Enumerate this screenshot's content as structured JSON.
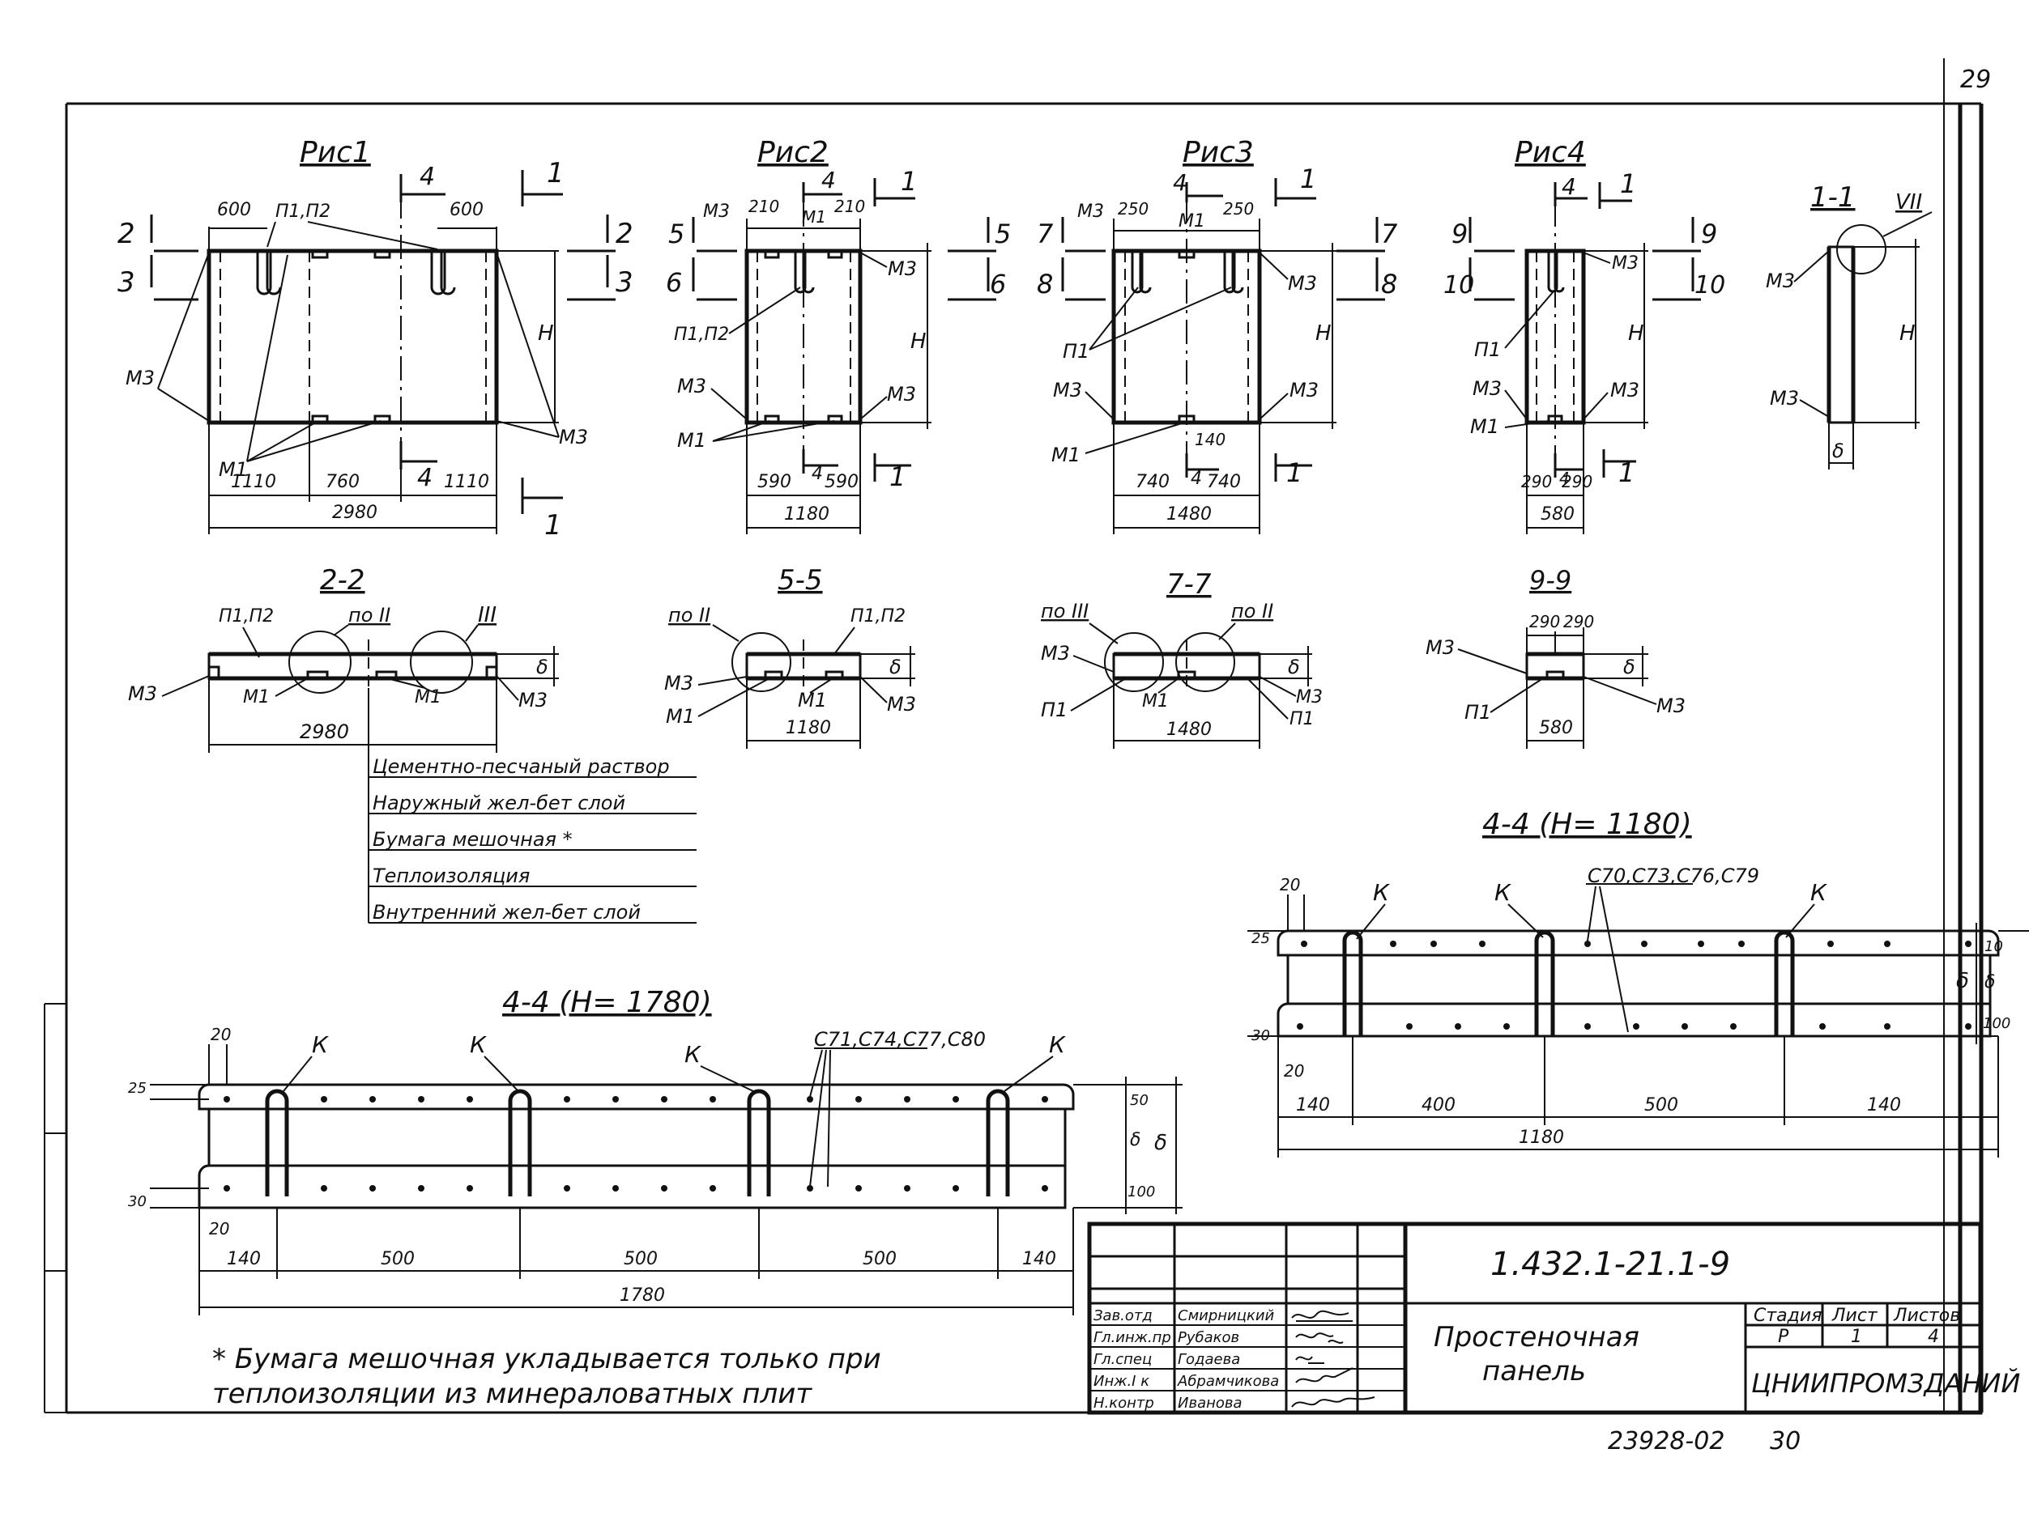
{
  "sheet_number": "29",
  "figures": {
    "fig1": {
      "title": "Рис1",
      "dims": [
        "600",
        "600",
        "1110",
        "760",
        "1110",
        "2980"
      ],
      "height": "H",
      "marks": {
        "p": "П1,П2",
        "m3": "М3",
        "m1": "М1"
      },
      "sections": {
        "s1": "1",
        "s2": "2",
        "s3": "3",
        "s4": "4"
      }
    },
    "fig2": {
      "title": "Рис2",
      "dims": [
        "210",
        "210",
        "590",
        "590",
        "1180"
      ],
      "height": "H",
      "marks": {
        "p": "П1,П2",
        "m3": "М3",
        "m1": "М1"
      },
      "sections": {
        "s1": "1",
        "s4": "4",
        "s5": "5",
        "s6": "6"
      }
    },
    "fig3": {
      "title": "Рис3",
      "dims": [
        "250",
        "250",
        "140",
        "740",
        "740",
        "1480"
      ],
      "height": "H",
      "marks": {
        "p": "П1",
        "m3": "М3",
        "m1": "М1"
      },
      "sections": {
        "s1": "1",
        "s4": "4",
        "s7": "7",
        "s8": "8"
      }
    },
    "fig4": {
      "title": "Рис4",
      "dims": [
        "290",
        "290",
        "580"
      ],
      "height": "H",
      "marks": {
        "p": "П1",
        "m3": "М3",
        "m1": "М1"
      },
      "sections": {
        "s1": "1",
        "s4": "4",
        "s9": "9",
        "s10": "10"
      }
    },
    "sec11": {
      "title": "1-1",
      "detail": "VII",
      "height": "H",
      "thickness": "δ",
      "m3": "М3"
    }
  },
  "sections": {
    "s22": {
      "title": "2-2",
      "width": "2980",
      "thickness": "δ",
      "ref2": "по II",
      "ref3": "III",
      "marks": {
        "p": "П1,П2",
        "m3": "М3",
        "m1": "М1"
      }
    },
    "s55": {
      "title": "5-5",
      "width": "1180",
      "thickness": "δ",
      "ref2": "по II",
      "marks": {
        "p": "П1,П2",
        "m3": "М3",
        "m1": "М1"
      }
    },
    "s77": {
      "title": "7-7",
      "width": "1480",
      "thickness": "δ",
      "ref3": "по III",
      "ref2": "по II",
      "marks": {
        "p": "П1",
        "m3": "М3",
        "m1": "М1"
      }
    },
    "s99": {
      "title": "9-9",
      "width": "580",
      "dims": [
        "290",
        "290"
      ],
      "thickness": "δ",
      "marks": {
        "p": "П1",
        "m3": "М3"
      }
    }
  },
  "legend": [
    "Цементно-песчаный раствор",
    "Наружный жел-бет слой",
    "Бумага мешочная *",
    "Теплоизоляция",
    "Внутренний жел-бет слой"
  ],
  "sec44_small": {
    "title": "4-4 (H= 1180)",
    "mesh": "С70,С73,С76,С79",
    "k": "К",
    "dims": [
      "140",
      "400",
      "500",
      "140",
      "1180"
    ],
    "side": [
      "20",
      "25",
      "30",
      "20"
    ],
    "layers": [
      "10",
      "δ",
      "100",
      "δ"
    ]
  },
  "sec44_large": {
    "title": "4-4 (H= 1780)",
    "mesh": "С71,С74,С77,С80",
    "k": "К",
    "dims": [
      "140",
      "500",
      "500",
      "500",
      "140",
      "1780"
    ],
    "side": [
      "20",
      "25",
      "30",
      "20"
    ],
    "layers": [
      "50",
      "δ",
      "100",
      "δ"
    ]
  },
  "note": [
    "* Бумага мешочная укладывается только при",
    "теплоизоляции из минераловатных плит"
  ],
  "title_block": {
    "code": "1.432.1-21.1-9",
    "name_line1": "Простеночная",
    "name_line2": "панель",
    "roles": [
      "Зав.отд",
      "Гл.инж.пр",
      "Гл.спец",
      "Инж.I к",
      "Н.контр"
    ],
    "names": [
      "Смирницкий",
      "Рубаков",
      "Годаева",
      "Абрамчикова",
      "Иванова"
    ],
    "stage_label": "Стадия",
    "sheet_label": "Лист",
    "sheets_label": "Листов",
    "stage": "Р",
    "sheet": "1",
    "sheets": "4",
    "org": "ЦНИИПРОМЗДАНИЙ"
  },
  "footer": {
    "archive": "23928-02",
    "page": "30"
  }
}
